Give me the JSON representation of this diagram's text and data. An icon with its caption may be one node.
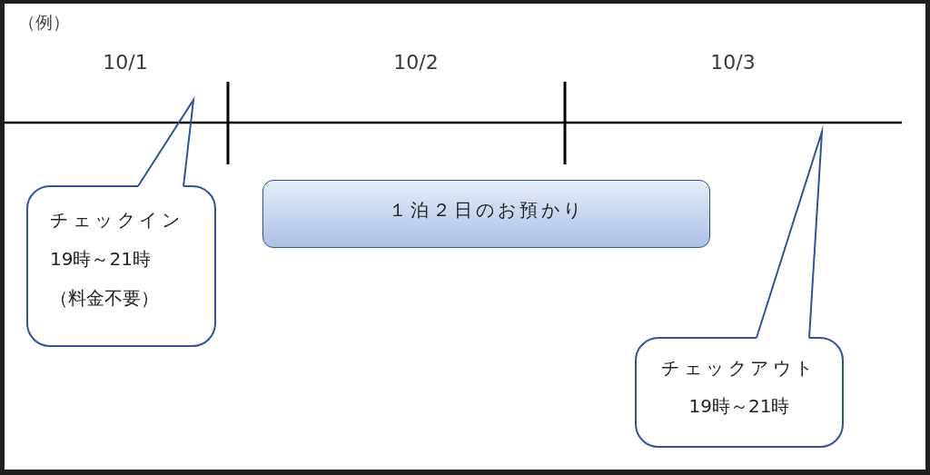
{
  "diagram": {
    "title": "（例）",
    "nodes": [
      {
        "text": [
          "チェックイン",
          "19時～21時",
          "（料金不要）"
        ]
      },
      {
        "text": [
          "１泊２日のお預かり"
        ]
      },
      {
        "text": [
          "チェックアウト",
          "19時～21時"
        ]
      }
    ],
    "edges": [
      {
        "from": 0,
        "to": null,
        "arrow": "none"
      },
      {
        "from": 2,
        "to": null,
        "arrow": "none"
      }
    ],
    "labels": [
      "10/1",
      "10/2",
      "10/3"
    ]
  }
}
